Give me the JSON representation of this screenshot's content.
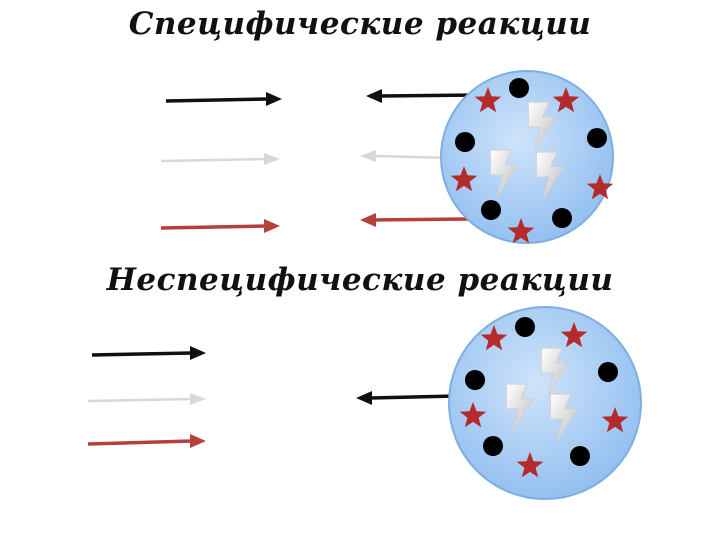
{
  "titles": {
    "specific": "Специфические реакции",
    "nonspecific": "Неспецифические реакции"
  },
  "colors": {
    "black_arrow": "#111111",
    "white_arrow": "#d8d8d8",
    "red_arrow": "#b8403c",
    "cell_fill": "#a9cdf2",
    "cell_stroke": "#7faee0",
    "star": "#b52b2b",
    "dot": "#000000",
    "bolt": "#e6e6e6"
  },
  "icons": [
    "right-arrow",
    "left-arrow",
    "star-icon",
    "dot-icon",
    "lightning-bolt-icon",
    "cell-circle"
  ]
}
